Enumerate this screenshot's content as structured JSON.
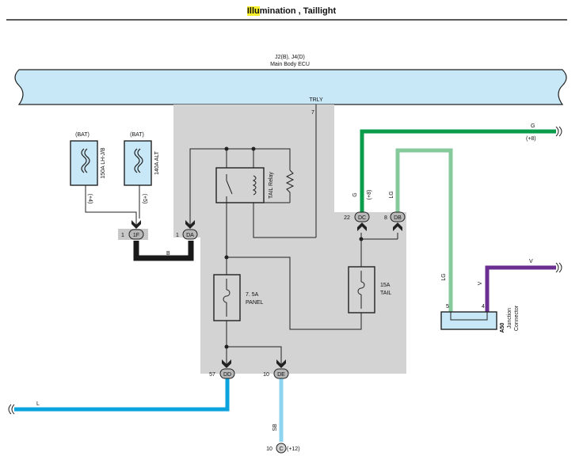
{
  "title": {
    "highlight": "Illu",
    "rest": "mination , Taillight"
  },
  "ecu": {
    "line1": "J2(B), J4(D)",
    "line2": "Main Body ECU",
    "pin_label": "TRLY",
    "pin_num": "7"
  },
  "fuse_bat1": {
    "bat": "(BAT)",
    "name": "150A LH-J/B",
    "ref": "(+4)"
  },
  "fuse_bat2": {
    "bat": "(BAT)",
    "name": "140A ALT",
    "ref": "(+5)"
  },
  "relay": {
    "name": "TAIL Relay"
  },
  "fuse_panel": {
    "line1": "7. 5A",
    "line2": "PANEL"
  },
  "fuse_tail": {
    "line1": "15A",
    "line2": "TAIL"
  },
  "connectors": {
    "c1f": {
      "pin": "1",
      "code": "1F"
    },
    "cda": {
      "pin": "1",
      "code": "DA"
    },
    "cdc": {
      "pin": "22",
      "code": "DC"
    },
    "cdb": {
      "pin": "8",
      "code": "DB"
    },
    "cdd": {
      "pin": "57",
      "code": "DD"
    },
    "cde": {
      "pin": "10",
      "code": "DE"
    },
    "cc": {
      "pin": "10",
      "code": "C",
      "ref": "(+12)"
    }
  },
  "wires": {
    "b": "B",
    "g_top": "G",
    "g_top_ref": "(+8)",
    "g_vert": "G",
    "g_vert_ref": "(+8)",
    "lg_vert": "LG",
    "lg_down": "LG",
    "v_right": "V",
    "v_down": "V",
    "l": "L",
    "sb": "SB"
  },
  "junction": {
    "code": "A50",
    "line1": "Junction",
    "line2": "Connector",
    "pin5": "5",
    "pin4": "4"
  },
  "colors": {
    "ecu_fill": "#c8e8f8",
    "shade": "#d3d3d3",
    "green": "#0a9c4a",
    "light_green": "#86c99a",
    "purple": "#6a2f91",
    "blue": "#0aa3de",
    "light_blue": "#8ed3f0",
    "black": "#1a1a1a"
  }
}
